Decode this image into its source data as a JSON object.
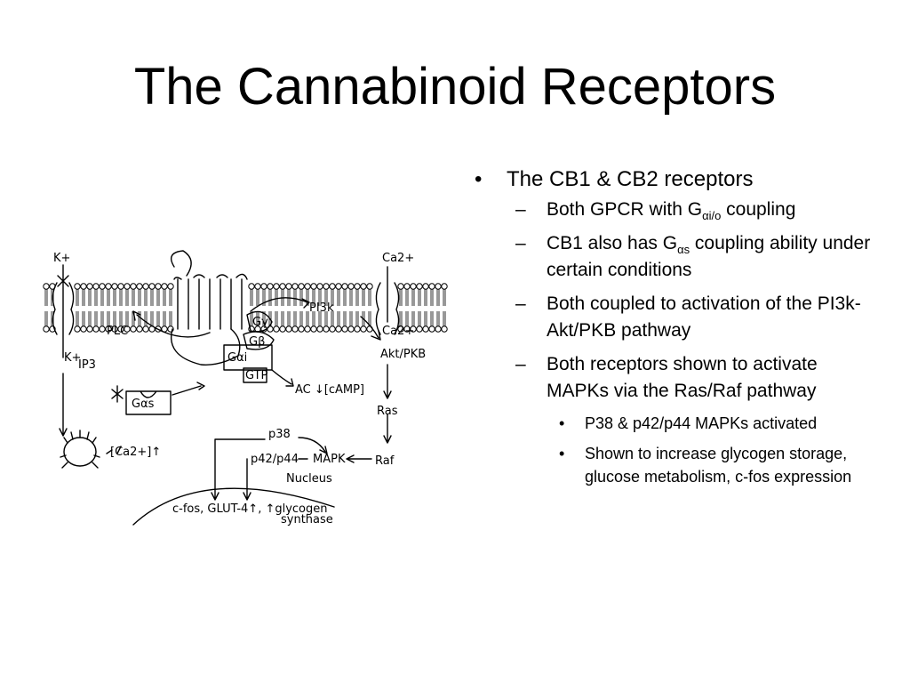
{
  "title": "The Cannabinoid Receptors",
  "bullets": {
    "main": {
      "symbol": "•",
      "text": "The CB1 & CB2 receptors"
    },
    "dash": "–",
    "dot": "•",
    "sub1": {
      "pre": "Both GPCR with G",
      "sub": "αi/o",
      "post": " coupling"
    },
    "sub2": {
      "pre": "CB1 also has G",
      "sub": "αs",
      "post": " coupling ability under certain conditions"
    },
    "sub3": {
      "text": "Both coupled to activation of the PI3k-Akt/PKB pathway"
    },
    "sub4": {
      "text": "Both receptors shown to activate MAPKs via the Ras/Raf pathway"
    },
    "sub4_items": [
      "P38 & p42/p44 MAPKs activated",
      "Shown to increase glycogen storage, glucose metabolism, c-fos expression"
    ]
  },
  "diagram_labels": {
    "k_plus_top": "K+",
    "ca_top": "Ca2+",
    "pi3k": "PI3k",
    "plc": "PLC",
    "g_gamma": "Gγ",
    "g_beta": "Gβ",
    "g_alpha_i": "Gαi",
    "gtp": "GTP",
    "ca_in": "Ca2+",
    "akt_pkb": "Akt/PKB",
    "k_plus_in": "K+",
    "ip3": "IP3",
    "ac_camp": "AC ↓[cAMP]",
    "g_alpha_s": "Gαs",
    "ras": "Ras",
    "p38": "p38",
    "ca_store": "[Ca2+]↑",
    "mapk": "MAPK",
    "raf": "Raf",
    "p42_p44": "p42/p44",
    "nucleus": "Nucleus",
    "genes": "c-fos, GLUT-4↑, ↑glycogen",
    "synthase": "synthase"
  }
}
